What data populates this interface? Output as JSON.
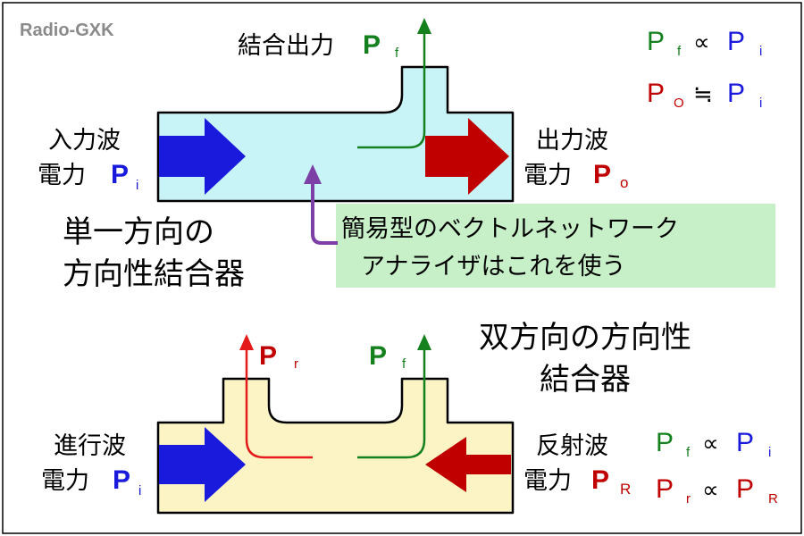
{
  "colors": {
    "blue": "#1a1adc",
    "green": "#14801e",
    "red": "#c00000",
    "bright_red": "#e41a1a",
    "purple": "#7b3fa6",
    "cyan_fill": "#c8f4f8",
    "yellow_fill": "#fcf4c4",
    "note_fill": "#c8f0c8",
    "gray": "#8a8a8a"
  },
  "watermark": "Radio-GXK",
  "top": {
    "out_label": "結合出力",
    "pf_main": "P",
    "pf_sub": "f",
    "input_line1": "入力波",
    "input_line2": "電力",
    "pi_main": "P",
    "pi_sub": "i",
    "output_line1": "出力波",
    "output_line2": "電力",
    "po_main": "P",
    "po_sub": "o",
    "caption_line1": "単一方向の",
    "caption_line2": "方向性結合器",
    "note_line1": "簡易型のベクトルネットワーク",
    "note_line2": "アナライザはこれを使う",
    "formula1": {
      "a": "P",
      "a_sub": "f",
      "op": "∝",
      "b": "P",
      "b_sub": "i"
    },
    "formula2": {
      "a": "P",
      "a_sub": "O",
      "op": "≒",
      "b": "P",
      "b_sub": "i"
    }
  },
  "bottom": {
    "pr_main": "P",
    "pr_sub": "r",
    "pf_main": "P",
    "pf_sub": "f",
    "caption_line1": "双方向の方向性",
    "caption_line2": "結合器",
    "forward_line1": "進行波",
    "forward_line2": "電力",
    "pi_main": "P",
    "pi_sub": "i",
    "reflect_line1": "反射波",
    "reflect_line2": "電力",
    "pR_main": "P",
    "pR_sub": "R",
    "formula1": {
      "a": "P",
      "a_sub": "f",
      "op": "∝",
      "b": "P",
      "b_sub": "i"
    },
    "formula2": {
      "a": "P",
      "a_sub": "r",
      "op": "∝",
      "b": "P",
      "b_sub": "R"
    }
  }
}
